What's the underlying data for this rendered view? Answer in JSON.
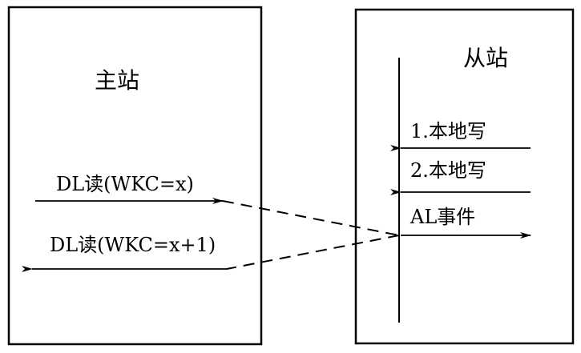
{
  "master": {
    "title": "主站"
  },
  "slave": {
    "title": "从站"
  },
  "arrows": {
    "dl_read_out": "DL读(WKC=x)",
    "dl_read_back": "DL读(WKC=x+1)",
    "local_write_1": "1.本地写",
    "local_write_2": "2.本地写",
    "al_event": "AL事件"
  },
  "colors": {
    "line": "#000000",
    "background": "#ffffff"
  }
}
